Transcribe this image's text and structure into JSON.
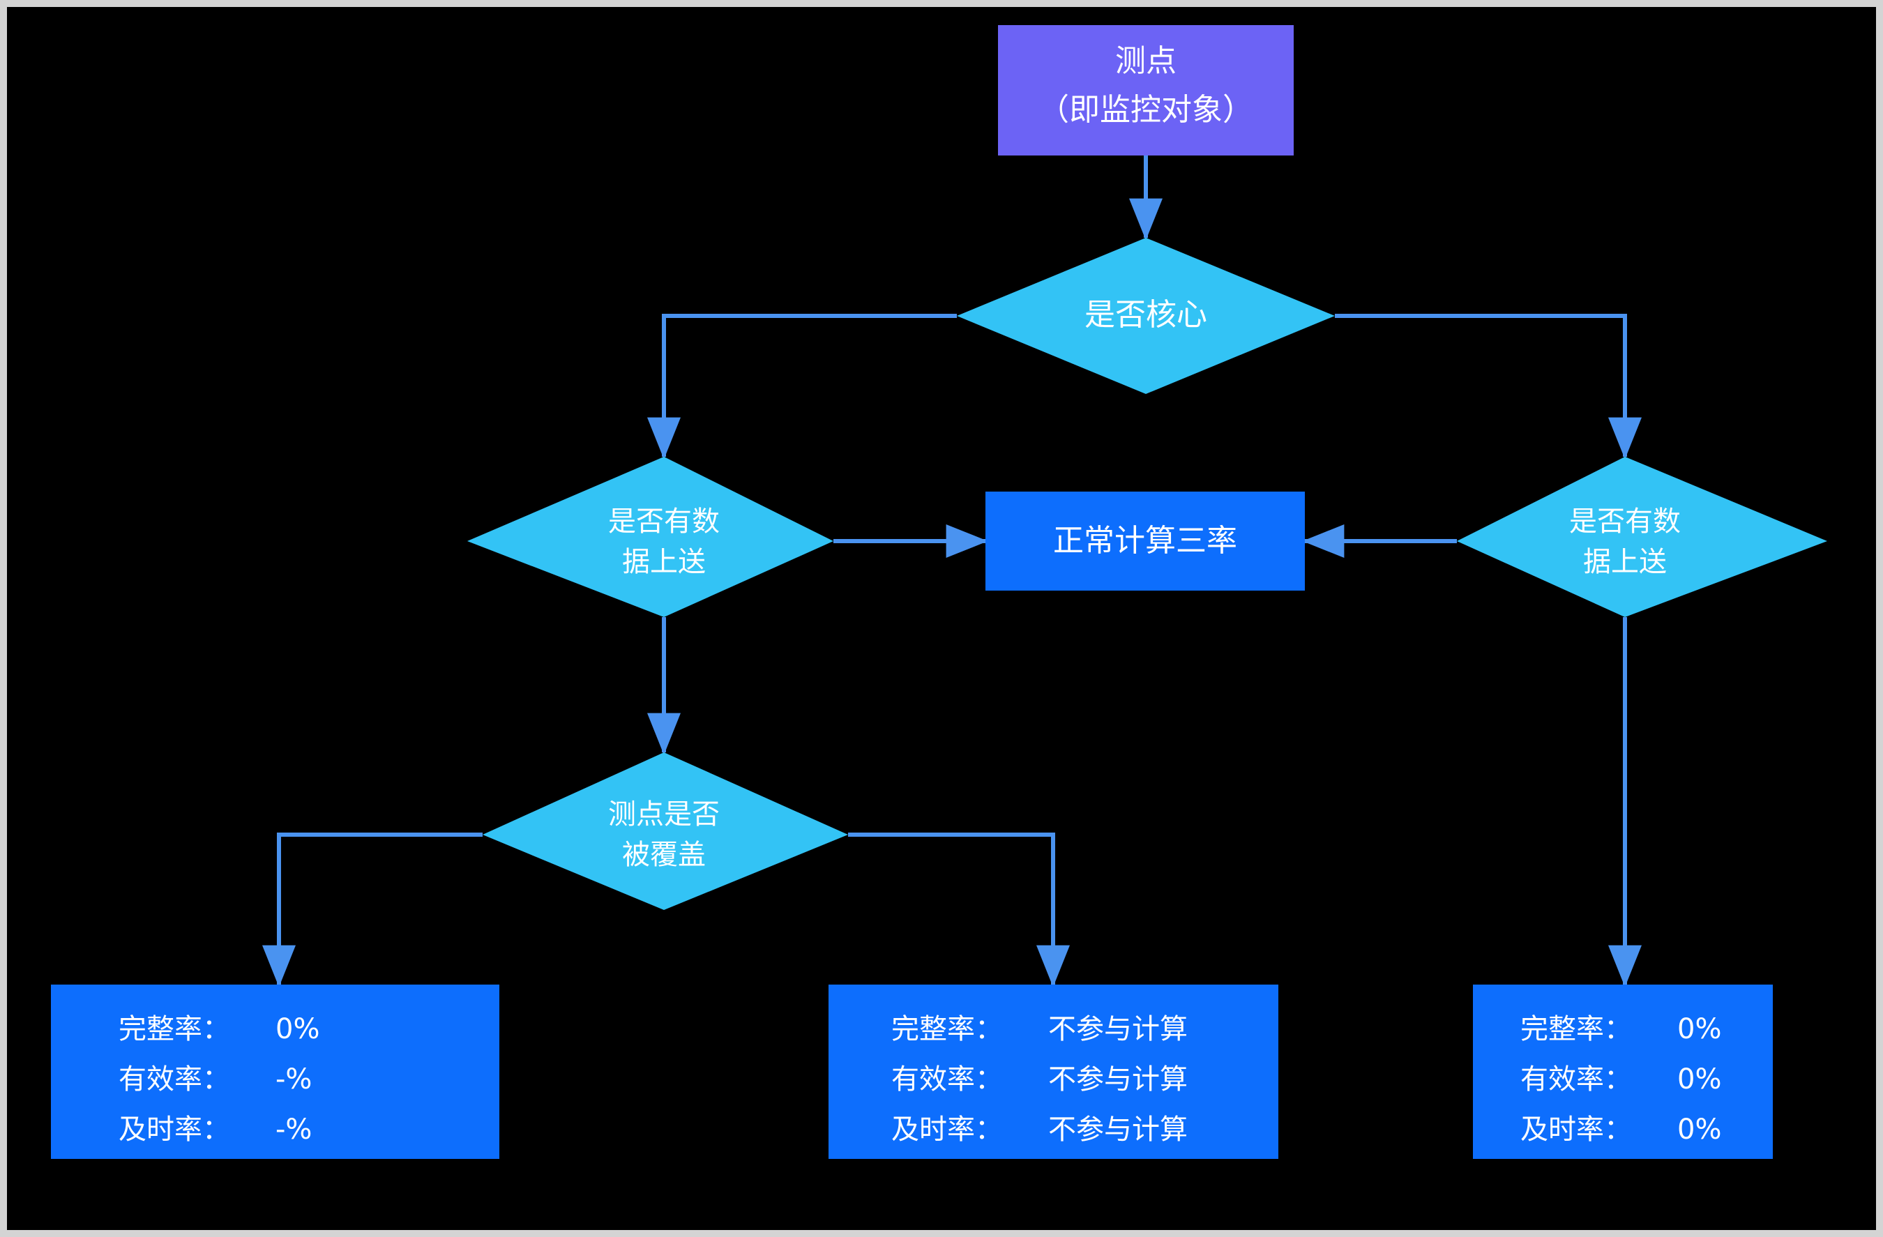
{
  "diagram": {
    "title": "",
    "background_color": "#000000",
    "frame_color": "#d4d4d4",
    "colors": {
      "start_node": "#6c63f5",
      "decision_node": "#33c3f5",
      "process_node": "#0d6efd",
      "connector": "#4a93f0",
      "text": "#ffffff"
    },
    "nodes": {
      "start": {
        "type": "process",
        "line1": "测点",
        "line2": "（即监控对象）"
      },
      "decision_core": {
        "type": "decision",
        "line1": "是否核心"
      },
      "decision_data_left": {
        "type": "decision",
        "line1": "是否有数",
        "line2": "据上送"
      },
      "decision_data_right": {
        "type": "decision",
        "line1": "是否有数",
        "line2": "据上送"
      },
      "normal_calc": {
        "type": "process",
        "line1": "正常计算三率"
      },
      "decision_covered": {
        "type": "decision",
        "line1": "测点是否",
        "line2": "被覆盖"
      },
      "result_left": {
        "type": "process",
        "rows": [
          {
            "label": "完整率：",
            "value": "0%"
          },
          {
            "label": "有效率：",
            "value": "-%"
          },
          {
            "label": "及时率：",
            "value": "-%"
          }
        ]
      },
      "result_middle": {
        "type": "process",
        "rows": [
          {
            "label": "完整率：",
            "value": "不参与计算"
          },
          {
            "label": "有效率：",
            "value": "不参与计算"
          },
          {
            "label": "及时率：",
            "value": "不参与计算"
          }
        ]
      },
      "result_right": {
        "type": "process",
        "rows": [
          {
            "label": "完整率：",
            "value": "0%"
          },
          {
            "label": "有效率：",
            "value": "0%"
          },
          {
            "label": "及时率：",
            "value": "0%"
          }
        ]
      }
    }
  }
}
